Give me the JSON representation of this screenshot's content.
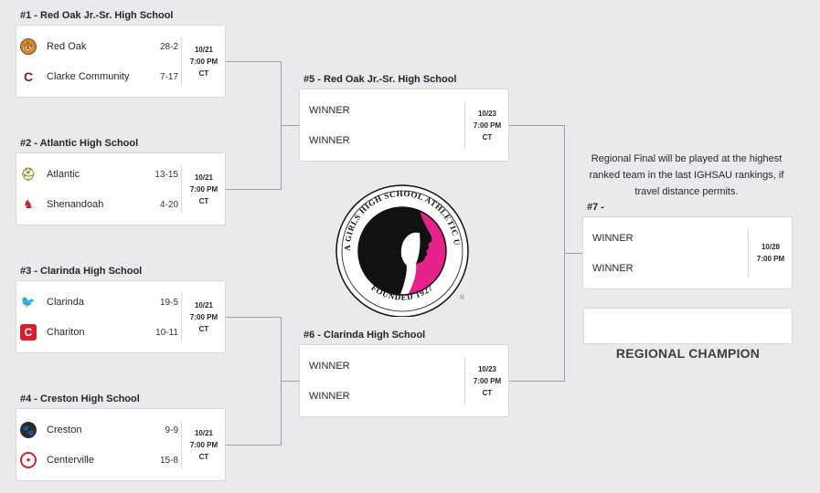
{
  "round1": [
    {
      "title": "#1 - Red Oak Jr.-Sr. High School",
      "teams": [
        {
          "name": "Red Oak",
          "record": "28-2",
          "logo_icon": "tiger-icon",
          "logo_color": "#b5651d"
        },
        {
          "name": "Clarke Community",
          "record": "7-17",
          "logo_icon": "cavalier-c-icon",
          "logo_color": "#7a1f2b"
        }
      ],
      "date": "10/21",
      "time": "7:00 PM",
      "tz": "CT"
    },
    {
      "title": "#2 - Atlantic High School",
      "teams": [
        {
          "name": "Atlantic",
          "record": "13-15",
          "logo_icon": "trojan-helmet-icon",
          "logo_color": "#8a8a2a"
        },
        {
          "name": "Shenandoah",
          "record": "4-20",
          "logo_icon": "mustang-icon",
          "logo_color": "#b22234"
        }
      ],
      "date": "10/21",
      "time": "7:00 PM",
      "tz": "CT"
    },
    {
      "title": "#3 - Clarinda High School",
      "teams": [
        {
          "name": "Clarinda",
          "record": "19-5",
          "logo_icon": "cardinal-icon",
          "logo_color": "#c8102e"
        },
        {
          "name": "Chariton",
          "record": "10-11",
          "logo_icon": "chariton-c-icon",
          "logo_color": "#d2202f"
        }
      ],
      "date": "10/21",
      "time": "7:00 PM",
      "tz": "CT"
    },
    {
      "title": "#4 - Creston High School",
      "teams": [
        {
          "name": "Creston",
          "record": "9-9",
          "logo_icon": "panther-icon",
          "logo_color": "#8b0000"
        },
        {
          "name": "Centerville",
          "record": "15-8",
          "logo_icon": "redskin-icon",
          "logo_color": "#c1272d"
        }
      ],
      "date": "10/21",
      "time": "7:00 PM",
      "tz": "CT"
    }
  ],
  "round2": [
    {
      "title": "#5 - Red Oak Jr.-Sr. High School",
      "slot1": "WINNER",
      "slot2": "WINNER",
      "date": "10/23",
      "time": "7:00 PM",
      "tz": "CT"
    },
    {
      "title": "#6 - Clarinda High School",
      "slot1": "WINNER",
      "slot2": "WINNER",
      "date": "10/23",
      "time": "7:00 PM",
      "tz": "CT"
    }
  ],
  "final": {
    "title": "#7 -",
    "slot1": "WINNER",
    "slot2": "WINNER",
    "date": "10/28",
    "time": "7:00 PM"
  },
  "note": "Regional Final will be played at the highest ranked team in the last IGHSAU rankings, if travel distance permits.",
  "champion_label": "REGIONAL CHAMPION",
  "emblem": {
    "top_text": "IOWA GIRLS HIGH SCHOOL ATHLETIC UNION",
    "bottom_text": "FOUNDED 1927",
    "reg_mark": "®"
  },
  "colors": {
    "pink": "#e6228a",
    "black": "#111111",
    "line": "#9a9ea5"
  }
}
